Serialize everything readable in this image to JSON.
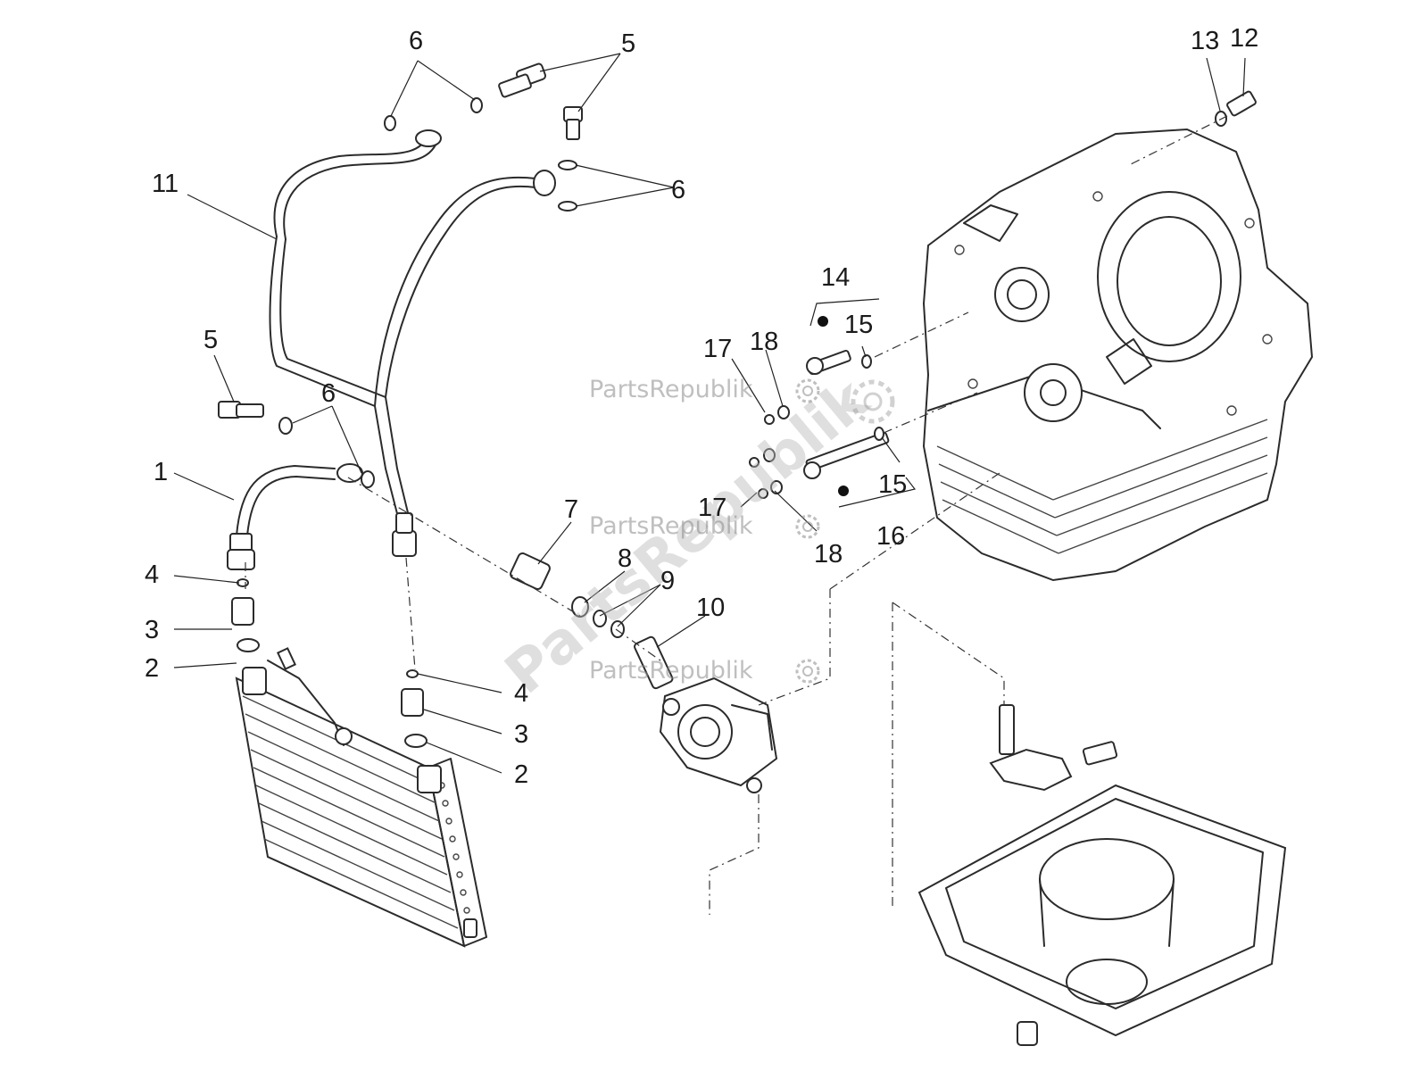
{
  "callouts": [
    "1",
    "2",
    "3",
    "4",
    "5",
    "6",
    "7",
    "8",
    "9",
    "10",
    "11",
    "12",
    "13",
    "14",
    "15",
    "16",
    "17",
    "18"
  ],
  "watermark": {
    "brand": "PartsRepublik",
    "diagonal": "PartsRepublik"
  },
  "colors": {
    "line": "#2b2b2b",
    "watermark": "#8c8c8c",
    "background": "#ffffff"
  },
  "icons": [
    "gear-icon"
  ]
}
